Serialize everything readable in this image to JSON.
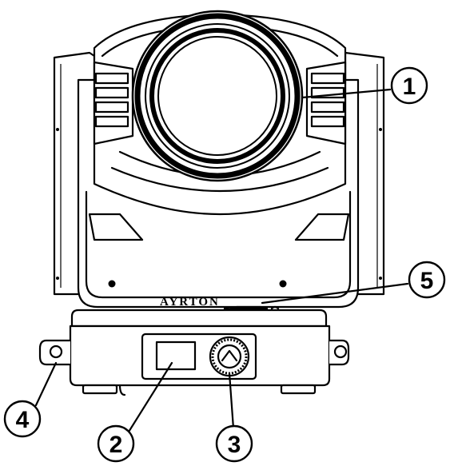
{
  "diagram": {
    "brand_label": "AYRTON",
    "callouts": [
      {
        "id": "1",
        "label": "1"
      },
      {
        "id": "2",
        "label": "2"
      },
      {
        "id": "3",
        "label": "3"
      },
      {
        "id": "4",
        "label": "4"
      },
      {
        "id": "5",
        "label": "5"
      }
    ]
  },
  "colors": {
    "stroke": "#000000",
    "background": "#ffffff"
  }
}
